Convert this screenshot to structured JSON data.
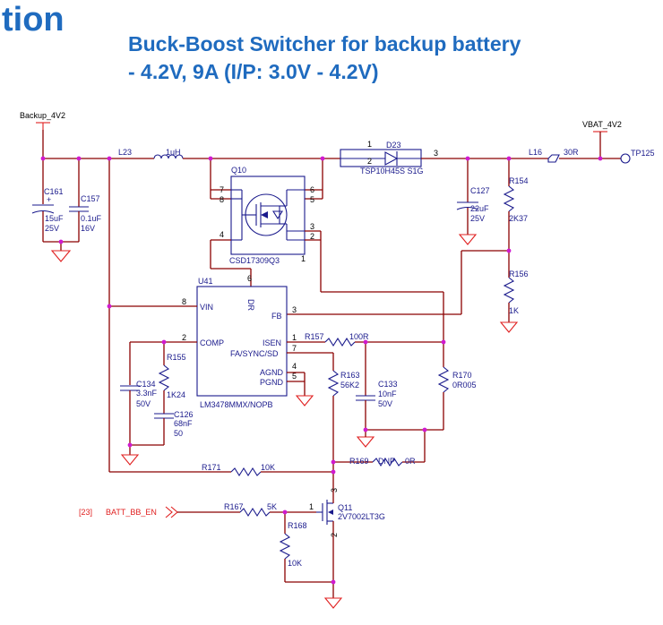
{
  "header": {
    "fragment": "tion",
    "title_line1": "Buck-Boost Switcher for backup battery",
    "title_line2": "- 4.2V, 9A (I/P: 3.0V - 4.2V)",
    "title_color": "#1f6bbf",
    "fragment_color": "#1f6bbf"
  },
  "nets": {
    "backup": "Backup_4V2",
    "vbat": "VBAT_4V2",
    "tp": "TP125",
    "batt_en_ref": "[23]",
    "batt_en": "BATT_BB_EN"
  },
  "parts": {
    "L23": {
      "ref": "L23",
      "value": "1uH"
    },
    "C161": {
      "ref": "C161",
      "value": "15uF",
      "volt": "25V"
    },
    "C157": {
      "ref": "C157",
      "value": "0.1uF",
      "volt": "16V"
    },
    "Q10": {
      "ref": "Q10",
      "value": "CSD17309Q3",
      "pins": [
        "7",
        "8",
        "6",
        "5",
        "4",
        "3",
        "2",
        "1"
      ]
    },
    "D23": {
      "ref": "D23",
      "value": "TSP10H45S S1G",
      "pins": [
        "1",
        "2",
        "3"
      ]
    },
    "C127": {
      "ref": "C127",
      "value": "22uF",
      "volt": "25V"
    },
    "L16": {
      "ref": "L16",
      "value": "30R"
    },
    "R154": {
      "ref": "R154",
      "value": "2K37"
    },
    "R156": {
      "ref": "R156",
      "value": "1K"
    },
    "U41": {
      "ref": "U41",
      "value": "LM3478MMX/NOPB"
    },
    "R157": {
      "ref": "R157",
      "value": "100R"
    },
    "R155": {
      "ref": "R155",
      "value": "1K24"
    },
    "C134": {
      "ref": "C134",
      "value": "3.3nF",
      "volt": "50V"
    },
    "C126": {
      "ref": "C126",
      "value": "68nF",
      "volt": "50"
    },
    "R163": {
      "ref": "R163",
      "value": "56K2"
    },
    "C133": {
      "ref": "C133",
      "value": "10nF",
      "volt": "50V"
    },
    "R170": {
      "ref": "R170",
      "value": "0R005"
    },
    "R171": {
      "ref": "R171",
      "value": "10K"
    },
    "R169": {
      "ref": "R169",
      "value": "DNP",
      "value2": "0R"
    },
    "R167": {
      "ref": "R167",
      "value": "5K"
    },
    "Q11": {
      "ref": "Q11",
      "value": "2V7002LT3G"
    },
    "R168": {
      "ref": "R168",
      "value": "10K"
    }
  },
  "u41_pins": {
    "vin": "VIN",
    "comp": "COMP",
    "isen": "ISEN",
    "fasync": "FA/SYNC/SD",
    "fb": "FB",
    "agnd": "AGND",
    "pgnd": "PGND",
    "dr": "DR",
    "n_vin": "8",
    "n_comp": "2",
    "n_isen": "1",
    "n_fasync": "7",
    "n_fb": "3",
    "n_agnd": "4",
    "n_pgnd": "5",
    "n_dr": "6"
  },
  "q11_pins": {
    "g": "1",
    "d": "3",
    "s": "2"
  }
}
